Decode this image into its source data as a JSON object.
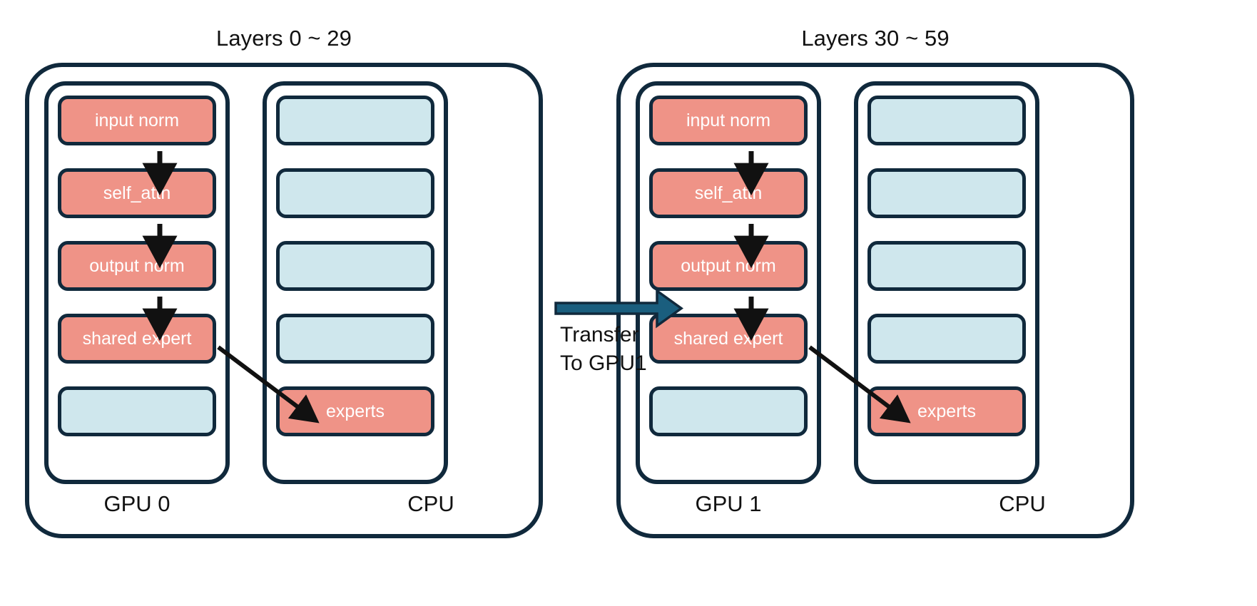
{
  "diagram": {
    "title_left": "Layers 0 ~ 29",
    "title_right": "Layers 30 ~ 59",
    "colors": {
      "stroke": "#10293c",
      "salmon": "#ef9387",
      "light_blue": "#cfe7ed",
      "arrow_teal": "#1a5e7e",
      "background": "#ffffff",
      "text": "#111111"
    }
  },
  "left_panel": {
    "title": "Layers 0 ~ 29",
    "gpu_label": "GPU 0",
    "cpu_label": "CPU",
    "gpu_slots": [
      {
        "label": "input norm",
        "fill": "salmon"
      },
      {
        "label": "self_attn",
        "fill": "salmon"
      },
      {
        "label": "output norm",
        "fill": "salmon"
      },
      {
        "label": "shared expert",
        "fill": "salmon"
      },
      {
        "label": "",
        "fill": "blue"
      }
    ],
    "cpu_slots": [
      {
        "label": "",
        "fill": "blue"
      },
      {
        "label": "",
        "fill": "blue"
      },
      {
        "label": "",
        "fill": "blue"
      },
      {
        "label": "",
        "fill": "blue"
      },
      {
        "label": "experts",
        "fill": "salmon"
      }
    ]
  },
  "right_panel": {
    "title": "Layers 30 ~ 59",
    "gpu_label": "GPU 1",
    "cpu_label": "CPU",
    "gpu_slots": [
      {
        "label": "input norm",
        "fill": "salmon"
      },
      {
        "label": "self_attn",
        "fill": "salmon"
      },
      {
        "label": "output norm",
        "fill": "salmon"
      },
      {
        "label": "shared expert",
        "fill": "salmon"
      },
      {
        "label": "",
        "fill": "blue"
      }
    ],
    "cpu_slots": [
      {
        "label": "",
        "fill": "blue"
      },
      {
        "label": "",
        "fill": "blue"
      },
      {
        "label": "",
        "fill": "blue"
      },
      {
        "label": "",
        "fill": "blue"
      },
      {
        "label": "experts",
        "fill": "salmon"
      }
    ]
  },
  "transfer": {
    "line1": "Transfer",
    "line2": "To GPU1"
  }
}
